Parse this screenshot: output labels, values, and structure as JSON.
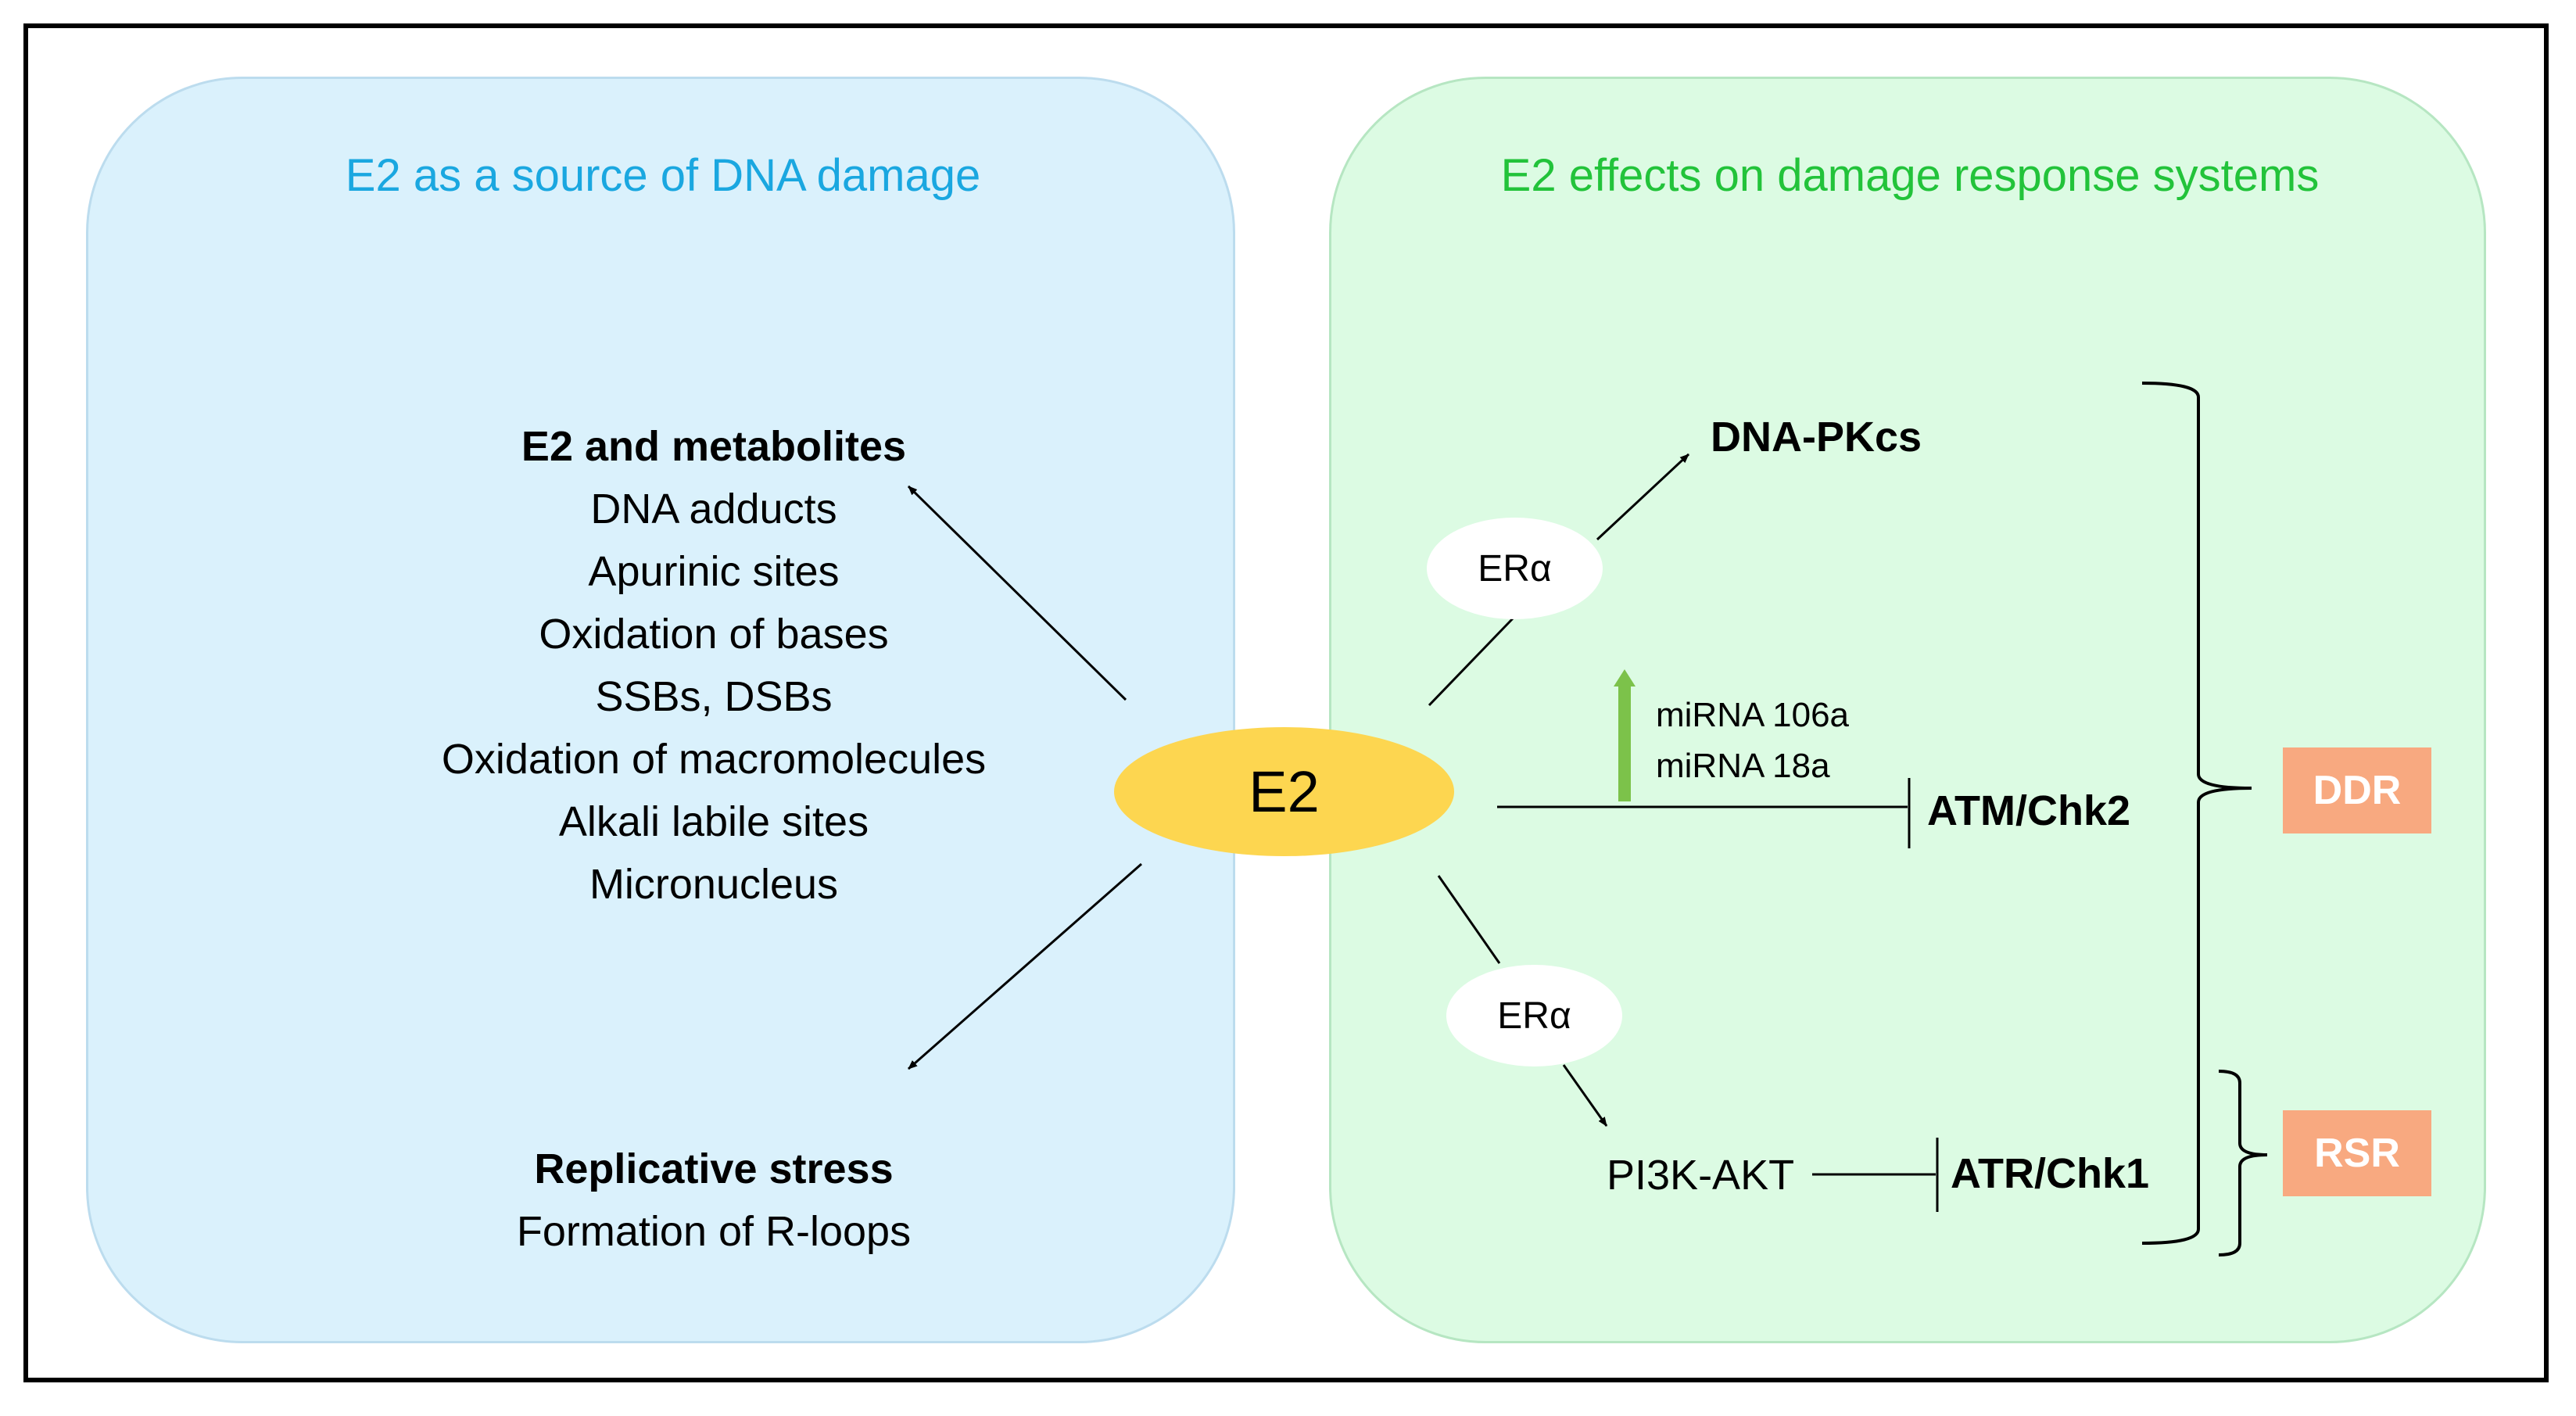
{
  "left_panel": {
    "title": "E2 as a source of DNA damage",
    "metabolites": {
      "heading": "E2 and metabolites",
      "items": [
        "DNA adducts",
        "Apurinic sites",
        "Oxidation of bases",
        "SSBs, DSBs",
        "Oxidation of macromolecules",
        "Alkali labile sites",
        "Micronucleus"
      ]
    },
    "stress": {
      "heading": "Replicative stress",
      "items": [
        "Formation of R-loops"
      ]
    }
  },
  "right_panel": {
    "title": "E2 effects on damage response systems",
    "dna_pkcs": "DNA-PKcs",
    "era_top": "ERα",
    "era_bottom": "ERα",
    "mirna_1": "miRNA 106a",
    "mirna_2": "miRNA 18a",
    "atm_chk2": "ATM/Chk2",
    "pi3k_akt": "PI3K-AKT",
    "atr_chk1": "ATR/Chk1",
    "ddr": "DDR",
    "rsr": "RSR"
  },
  "center": {
    "e2": "E2"
  },
  "colors": {
    "left_panel_fill": "#daf1fc",
    "right_panel_fill": "#dcfbe3",
    "left_title": "#1aa7e0",
    "right_title": "#22c33a",
    "e2_fill": "#fdd650",
    "badge_fill": "#f8a980",
    "up_arrow": "#7cc24a"
  }
}
